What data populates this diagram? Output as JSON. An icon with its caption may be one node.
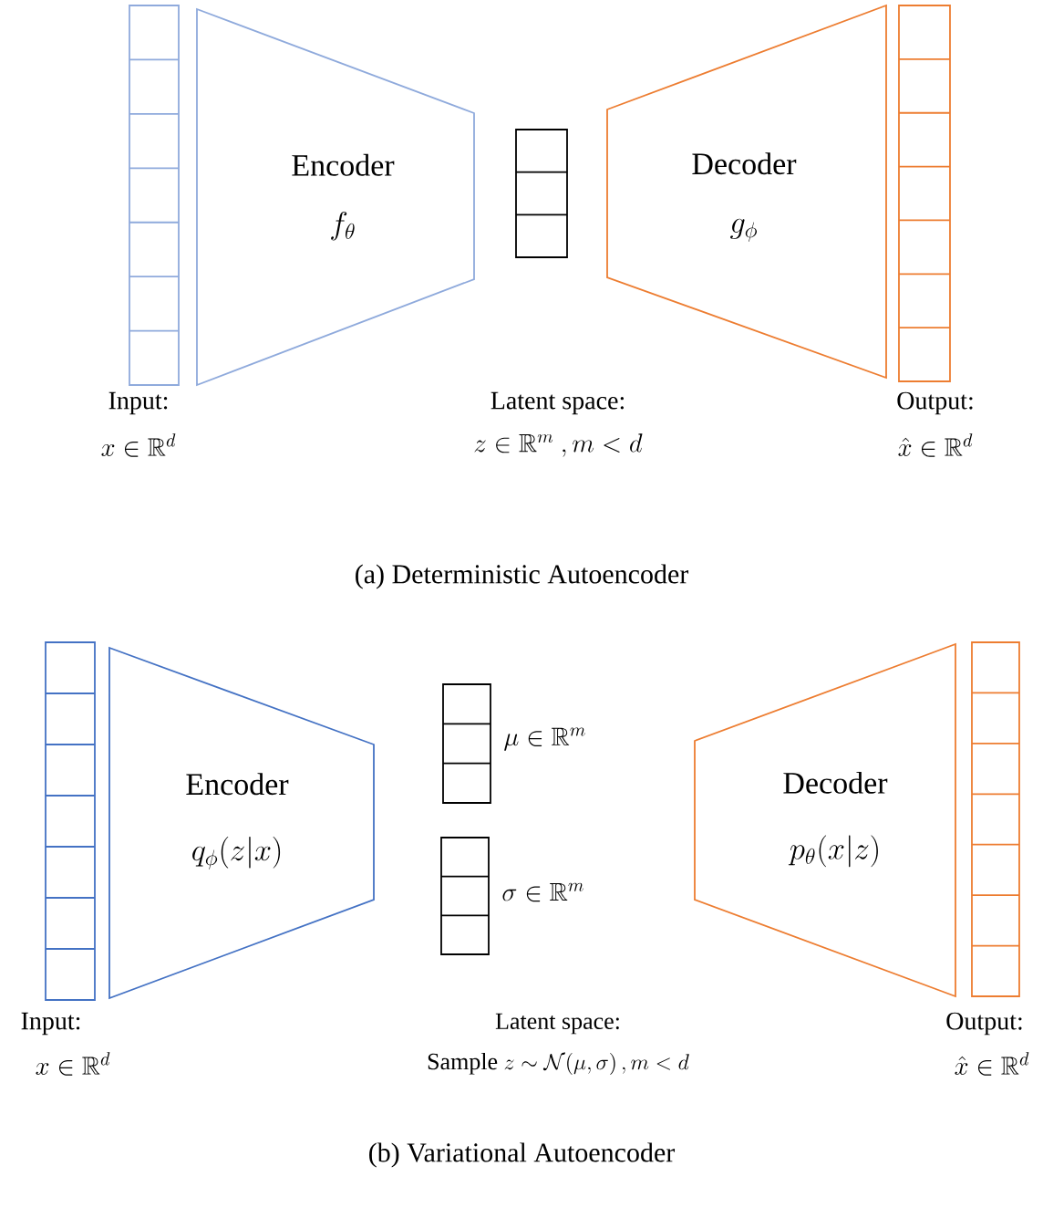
{
  "diagram": {
    "nodes": [
      {
        "text": [],
        "shape": "box",
        "beside": [
          "Input:",
          "x \\in \\mathbb{R}^d"
        ]
      },
      {
        "text": [
          "Encoder",
          "f_\\theta"
        ]
      },
      {
        "text": [],
        "shape": "box",
        "beside": [
          "Latent space:",
          "z \\in \\mathbb{R}^m\\ , m < d"
        ]
      },
      {
        "text": [
          "Decoder",
          "g_\\phi"
        ]
      },
      {
        "text": [],
        "shape": "box",
        "beside": [
          "Output:",
          "\\hat{x} \\in \\mathbb{R}^d"
        ]
      },
      {
        "text": [],
        "shape": "box",
        "beside": [
          "Input:",
          "x \\in \\mathbb{R}^d"
        ]
      },
      {
        "text": [
          "Encoder",
          "q_\\phi(z|x)"
        ]
      },
      {
        "text": [],
        "shape": "box",
        "beside": [
          "\\mu \\in \\mathbb{R}^m"
        ]
      },
      {
        "text": [],
        "shape": "box",
        "beside": [
          "\\sigma \\in \\mathbb{R}^m"
        ]
      },
      {
        "text": [
          "Decoder",
          "p_\\theta(x|z)"
        ]
      },
      {
        "text": [],
        "shape": "box",
        "beside": [
          "Output:",
          "\\hat{x} \\in \\mathbb{R}^d"
        ]
      }
    ],
    "labels": [
      "(a) Deterministic Autoencoder",
      "Latent space:",
      "\\text{Sample}\\ z \\sim \\mathcal{N}(\\mu,\\sigma)\\,, m < d",
      "(b) Variational Autoencoder"
    ]
  }
}
